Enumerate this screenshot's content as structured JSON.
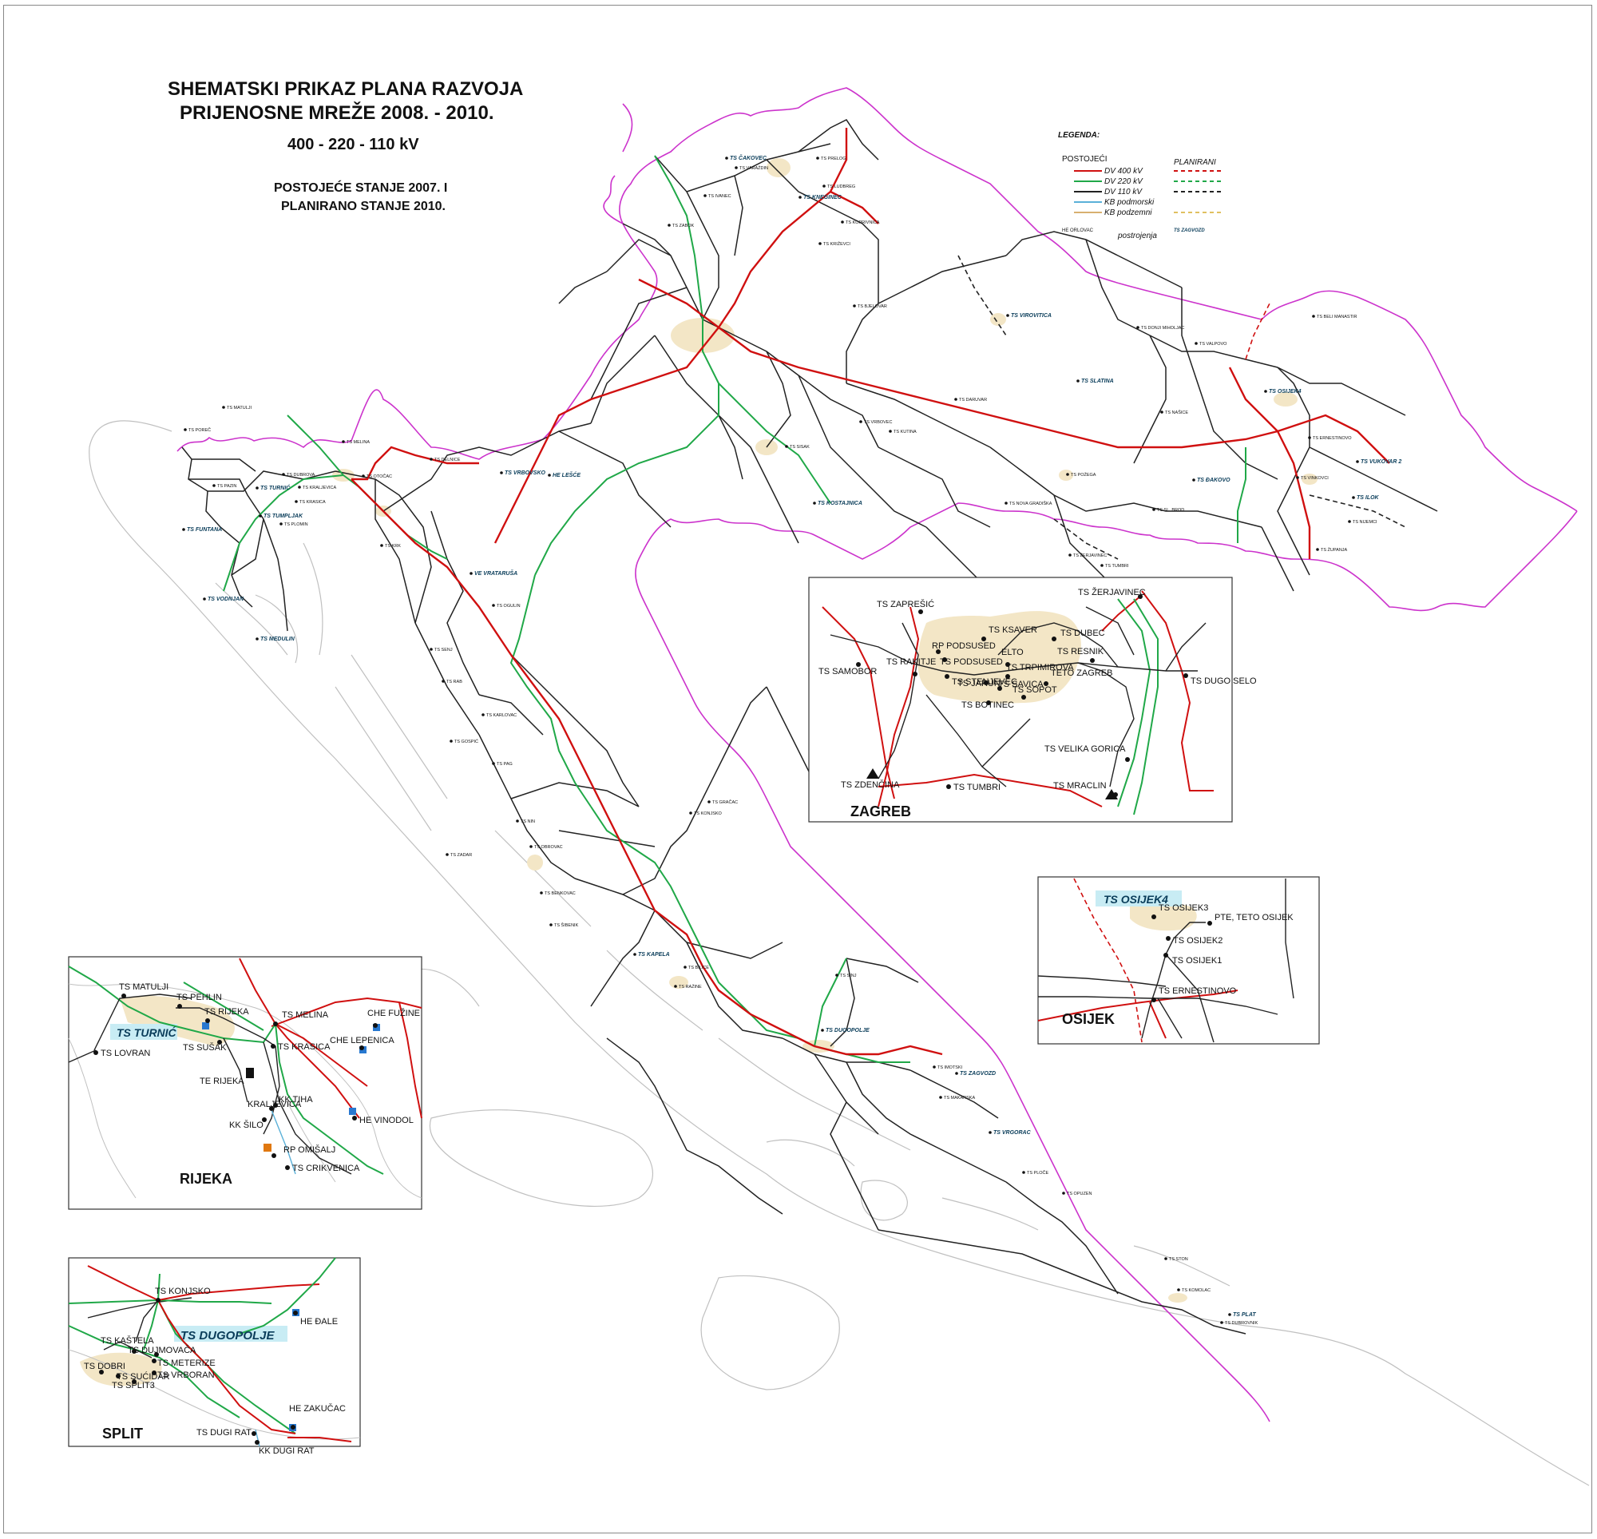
{
  "title": {
    "line1": "SHEMATSKI PRIKAZ PLANA RAZVOJA",
    "line2": "PRIJENOSNE MREŽE 2008. - 2010.",
    "line3": "400 - 220 - 110 kV",
    "line4": "POSTOJEĆE STANJE 2007. I",
    "line5": "PLANIRANO STANJE 2010."
  },
  "legend": {
    "title": "LEGENDA:",
    "existing_header": "POSTOJEĆI",
    "planned_header": "PLANIRANI",
    "items": [
      {
        "label": "DV 400 kV",
        "color": "#d01010",
        "dash": false,
        "planned_color": "#d01010"
      },
      {
        "label": "DV 220 kV",
        "color": "#20a848",
        "dash": false,
        "planned_color": "#20a848"
      },
      {
        "label": "DV 110 kV",
        "color": "#222222",
        "dash": false,
        "planned_color": "#222222"
      },
      {
        "label": "KB podmorski",
        "color": "#5ab0d8",
        "dash": false,
        "planned_color": ""
      },
      {
        "label": "KB podzemni",
        "color": "#d8b070",
        "dash": false,
        "planned_color": "#e0c060"
      }
    ],
    "plant_example": "HE ORLOVAC",
    "plant_label": "postrojenja",
    "planned_plant_example": "TS ZAGVOZD"
  },
  "colors": {
    "dv400": "#d01010",
    "dv220": "#20a848",
    "dv110": "#222222",
    "border": "#cc33cc",
    "coast": "#b8b8b8",
    "urban": "#f3e6c6",
    "highlight": "#c8ecf4"
  },
  "map_labels": [
    "TS TURNIĆ",
    "TS TUMPLJAK",
    "TS FUNTANA",
    "TS VODNJAN",
    "TS MEDULIN",
    "TS VRBOVSKO",
    "HE LEŠĆE",
    "VE VRATARUŠA",
    "TS KOSTAJNICA",
    "TS KNEGINEC",
    "TS OSIJEK4",
    "TS VUKOVAR 2",
    "TS ILOK",
    "TS DUGOPOLJE",
    "TS ZAGVOZD",
    "TS VRGORAC",
    "TS KAPELA",
    "TS PLAT",
    "TS ĐAKOVO",
    "TS SLATINA",
    "TS VIROVITICA",
    "TS ČAKOVEC",
    "TS VARAŽDIN",
    "TS KOPRIVNICA",
    "TS BJELOVAR",
    "TS SISAK",
    "TS GRAČAC",
    "TS OBROVAC",
    "TS KONJSKO",
    "TS DUBROVNIK",
    "TS POREČ",
    "TS PAZIN",
    "TS PLOMIN",
    "TS MATULJI",
    "TS MELINA",
    "TS OTOČAC",
    "TS GOSPIĆ",
    "TS ZADAR",
    "TS BENKOVAC",
    "TS ŠIBENIK",
    "TS BILICE",
    "TS RAŽINE",
    "TS SINJ",
    "TS IMOTSKI",
    "TS MAKARSKA",
    "TS PLOČE",
    "TS OPUZEN",
    "TS KOMOLAC",
    "TS STON",
    "TS NAŠICE",
    "TS POŽEGA",
    "TS NOVA GRADIŠKA",
    "TS SL. BROD",
    "TS ŽUPANJA",
    "TS VINKOVCI",
    "TS NIJEMCI",
    "TS BELI MANASTIR",
    "TS DONJI MIHOLJAC",
    "TS VALPOVO",
    "TS KRIŽEVCI",
    "TS KUTINA",
    "TS ŽERJAVINEC",
    "TS TUMBRI",
    "TS ERNESTINOVO",
    "TS KRK",
    "TS RAB",
    "TS PAG",
    "TS NIN",
    "TS DUBROVA",
    "TS VRBOVEC",
    "TS DARUVAR",
    "TS PRELOG",
    "TS LUDBREG",
    "TS IVANEC",
    "TS ZABOK",
    "TS KARLOVAC",
    "TS OGULIN",
    "TS DELNICE",
    "TS SENJ",
    "TS KRASICA",
    "TS KRALJEVICA"
  ],
  "insets": {
    "zagreb": {
      "name": "ZAGREB",
      "labels": [
        "TS ŽERJAVINEC",
        "TS ZAPREŠIĆ",
        "TS KSAVER",
        "TS DUBEC",
        "RP PODSUSED",
        "TS PODSUSED",
        "ELTO",
        "TS RESNIK",
        "TS SAMOBOR",
        "TS RAKITJE",
        "TS STENJEVEC",
        "TS TRPIMIROVA",
        "TS JARUN",
        "TS SAVICA",
        "TETO ZAGREB",
        "TS DUGO SELO",
        "TS SOPOT",
        "TS BOTINEC",
        "TS VELIKA GORICA",
        "TS ZDENČINA",
        "TS TUMBRI",
        "TS MRACLIN"
      ]
    },
    "osijek": {
      "name": "OSIJEK",
      "highlight": "TS OSIJEK4",
      "labels": [
        "TS OSIJEK3",
        "PTE, TETO OSIJEK",
        "TS OSIJEK2",
        "TS OSIJEK1",
        "TS ERNESTINOVO"
      ]
    },
    "rijeka": {
      "name": "RIJEKA",
      "highlight": "TS TURNIĆ",
      "labels": [
        "TS MATULJI",
        "TS PEHLIN",
        "TS RIJEKA",
        "TS MELINA",
        "CHE FUŽINE",
        "TS LOVRAN",
        "TS SUŠAK",
        "TS KRASICA",
        "CHE LEPENICA",
        "TE RIJEKA",
        "KRALJEVICA",
        "KK TIHA",
        "KK ŠILO",
        "HE VINODOL",
        "RP OMIŠALJ",
        "TS CRIKVENICA"
      ]
    },
    "split": {
      "name": "SPLIT",
      "highlight": "TS DUGOPOLJE",
      "labels": [
        "TS KONJSKO",
        "HE ĐALE",
        "TS KAŠTELA",
        "TS DUJMOVAČA",
        "TS METERIZE",
        "TS DOBRI",
        "TS SUĆIDAR",
        "TS VRBORAN",
        "TS SPLIT3",
        "HE ZAKUČAC",
        "TS DUGI RAT",
        "KK DUGI RAT"
      ]
    }
  }
}
